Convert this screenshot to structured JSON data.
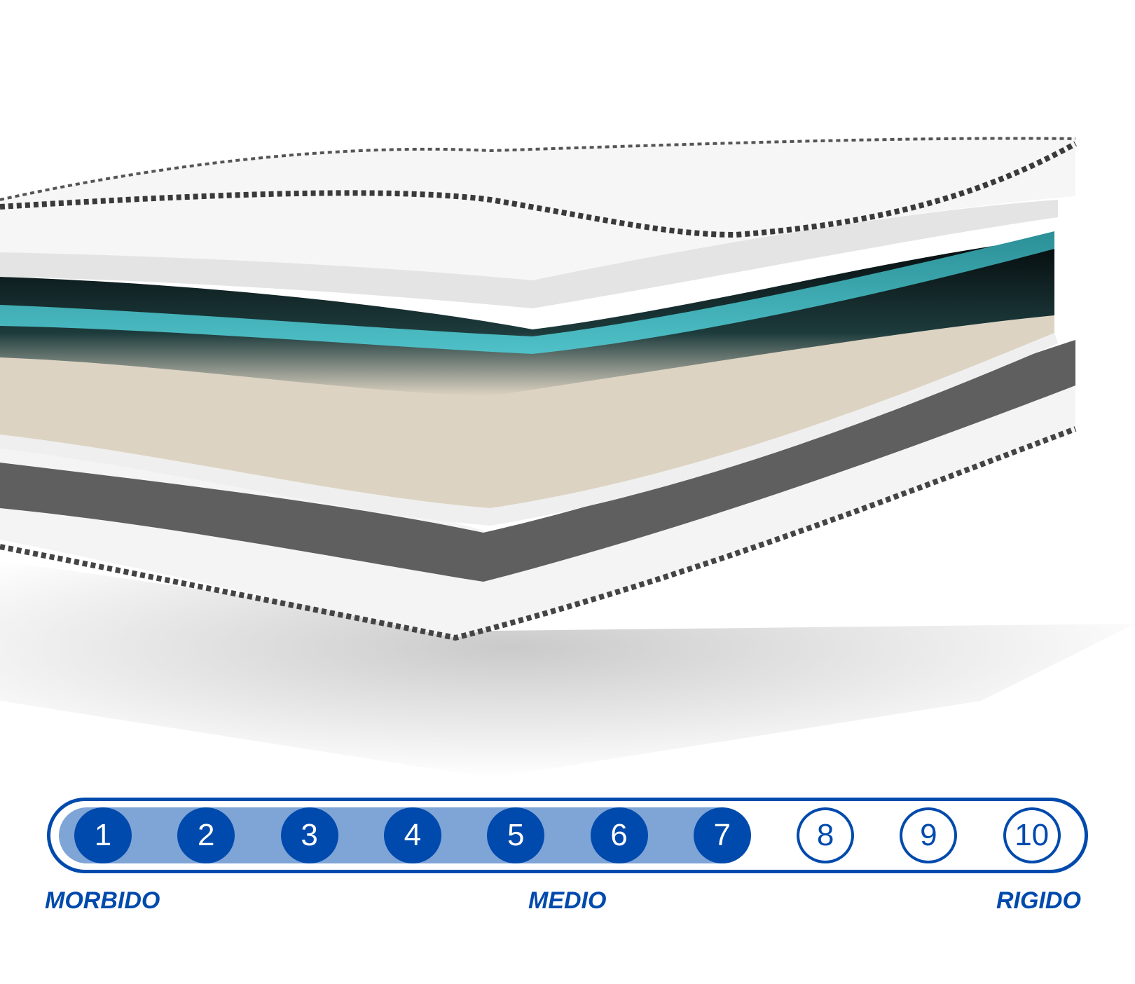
{
  "firmness_scale": {
    "levels": [
      "1",
      "2",
      "3",
      "4",
      "5",
      "6",
      "7",
      "8",
      "9",
      "10"
    ],
    "selected": 7,
    "max": 10,
    "labels": {
      "soft": "MORBIDO",
      "medium": "MEDIO",
      "firm": "RIGIDO"
    }
  },
  "colors": {
    "accent": "#004aad",
    "fill": "#7fa4d6",
    "teal": "#3fb5bd",
    "beige": "#ddd3c2",
    "grey_band": "#5f5f5f"
  }
}
